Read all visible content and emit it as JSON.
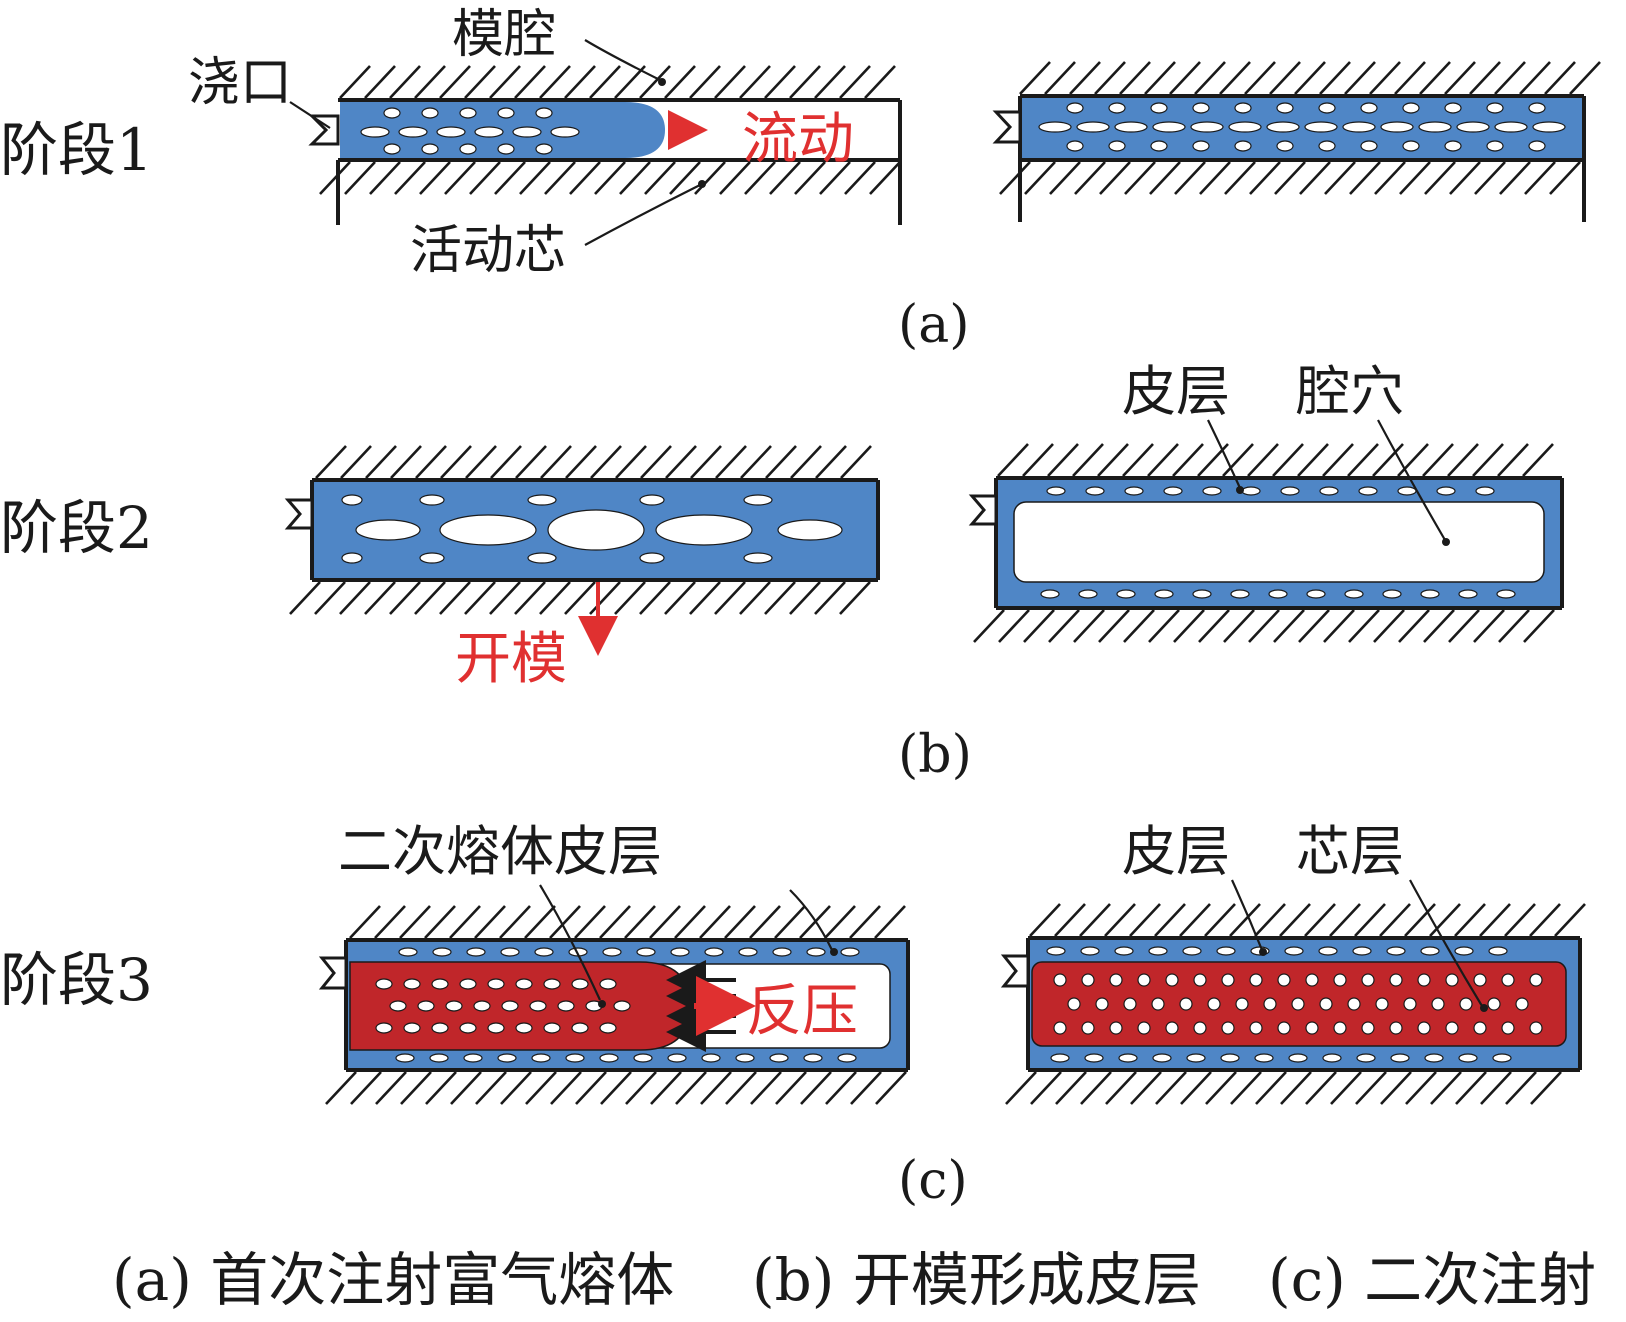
{
  "colors": {
    "blue_melt": "#4f86c6",
    "red_melt": "#c0262a",
    "arrow_red": "#e03030",
    "ink": "#1a1a1a"
  },
  "rows": {
    "stage1": {
      "label": "阶段1",
      "caption": "(a)",
      "annotations": {
        "gate": "浇口",
        "cavity": "模腔",
        "moving_core": "活动芯",
        "flow": "流动"
      }
    },
    "stage2": {
      "label": "阶段2",
      "caption": "(b)",
      "annotations": {
        "open_mold": "开模",
        "skin": "皮层",
        "void": "腔穴"
      }
    },
    "stage3": {
      "label": "阶段3",
      "caption": "(c)",
      "annotations": {
        "secondary_skin": "二次熔体皮层",
        "back_pressure": "反压",
        "skin": "皮层",
        "core_layer": "芯层"
      }
    }
  },
  "legend": {
    "a": "(a) 首次注射富气熔体",
    "b": "(b) 开模形成皮层",
    "c": "(c) 二次注射"
  }
}
